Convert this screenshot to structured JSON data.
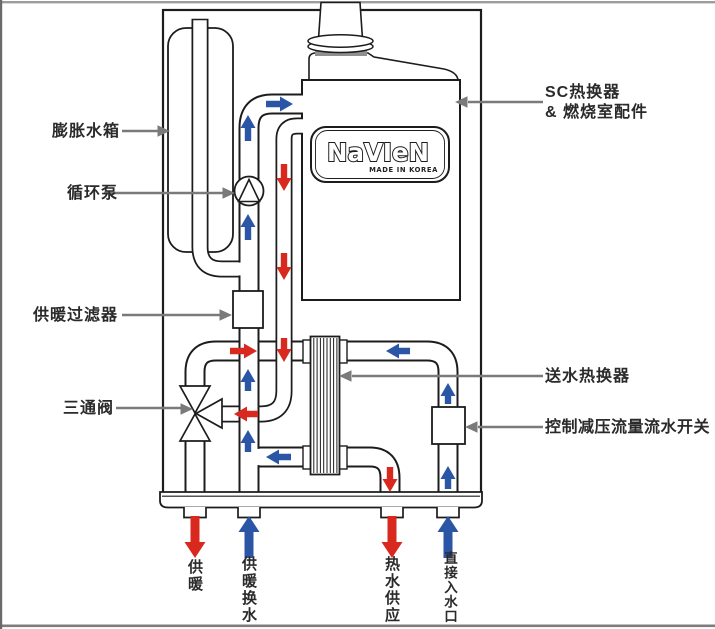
{
  "diagram": {
    "type": "boiler-internal-structure",
    "brand_panel": {
      "logo_text": "NaVIeN",
      "origin_text": "MADE IN KOREA"
    },
    "callouts_left": [
      {
        "label": "膨胀水箱"
      },
      {
        "label": "循环泵"
      },
      {
        "label": "供暖过滤器"
      },
      {
        "label": "三通阀"
      }
    ],
    "callouts_right": [
      {
        "label_line1": "SC热换器",
        "label_line2": "&  燃烧室配件"
      },
      {
        "label": "送水热换器"
      },
      {
        "label": "控制减压流量流水开关"
      }
    ],
    "bottom_ports": [
      {
        "label": "供暖",
        "arrow": "down",
        "color": "hot"
      },
      {
        "label": "供暖换水",
        "arrow": "up",
        "color": "cold"
      },
      {
        "label": "热水供应",
        "arrow": "down",
        "color": "hot"
      },
      {
        "label": "直接入水口",
        "arrow": "up",
        "color": "cold"
      }
    ],
    "colors": {
      "hot_flow": "#d9291e",
      "cold_flow": "#2b55a5",
      "callout_gray": "#7a7a7a",
      "line_black": "#1c1c1c"
    }
  }
}
